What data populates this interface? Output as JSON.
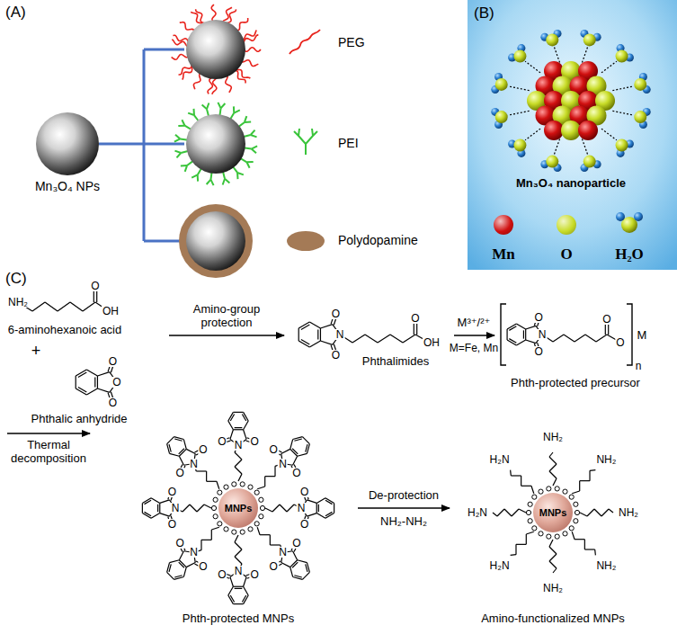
{
  "diagram": {
    "nodes": [
      {
        "text": [
          "MNPs"
        ]
      },
      {
        "text": [
          "MNPs"
        ]
      }
    ],
    "labels": [
      "(A)",
      "Mn₃O₄ NPs",
      "(B)",
      "Mn₃O₄ nanoparticle",
      "(C)",
      "NH₂",
      "O",
      "OH",
      "6-aminohexanoic acid",
      "+",
      "O",
      "O",
      "O",
      "Phthalic anhydride",
      "Amino-group protection",
      "O",
      "N",
      "O",
      "O",
      "OH",
      "Phthalimides",
      "M³⁺/²⁺",
      "M=Fe, Mn",
      "O",
      "N",
      "O",
      "O",
      "O",
      "M",
      "n",
      "Phth-protected precursor",
      "Thermal decomposition",
      "O",
      "N",
      "O",
      "O",
      "N",
      "O",
      "O",
      "N",
      "O",
      "O",
      "N",
      "O",
      "O",
      "N",
      "O",
      "O",
      "N",
      "O",
      "O",
      "N",
      "O",
      "O",
      "N",
      "O",
      "Phth-protected MNPs",
      "De-protection",
      "NH₂-NH₂",
      "H₂N",
      "NH₂",
      "NH₂",
      "H₂N",
      "NH₂",
      "H₂N",
      "NH₂",
      "NH₂",
      "Amino-functionalized MNPs"
    ],
    "legend": [
      {
        "text": "PEG"
      },
      {
        "text": "PEI"
      },
      {
        "text": "Polydopamine"
      },
      {
        "text": "Mn",
        "color": "#d01010"
      },
      {
        "text": "O",
        "color": "#c8dc28"
      },
      {
        "text": "H₂O"
      }
    ]
  }
}
